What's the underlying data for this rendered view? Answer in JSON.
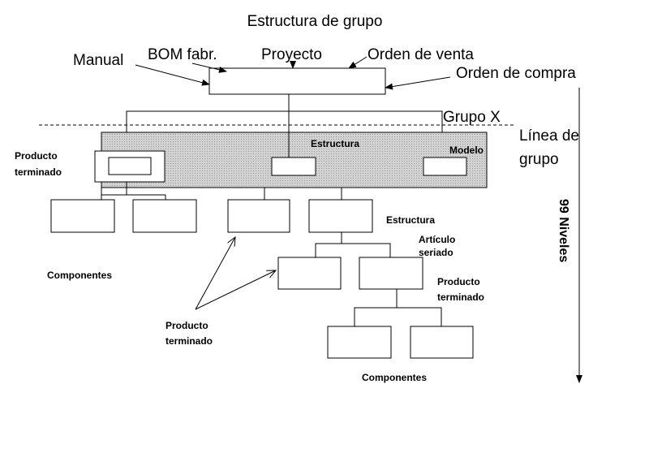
{
  "title": "Estructura de grupo",
  "sources": {
    "manual": "Manual",
    "bom": "BOM fabr.",
    "proyecto": "Proyecto",
    "orden_venta": "Orden de venta",
    "orden_compra": "Orden de compra"
  },
  "grupo_x": "Grupo X",
  "linea_de_grupo": [
    "Línea de",
    "grupo"
  ],
  "group_band": {
    "estructura": "Estructura",
    "modelo": "Modelo",
    "producto_terminado": [
      "Producto",
      "terminado"
    ]
  },
  "labels": {
    "estructura": "Estructura",
    "articulo_seriado": [
      "Artículo",
      "seriado"
    ],
    "producto_terminado_right": [
      "Producto",
      "terminado"
    ],
    "componentes_left": "Componentes",
    "producto_terminado_bottom": [
      "Producto",
      "terminado"
    ],
    "componentes_bottom": "Componentes"
  },
  "niveles": "99 Niveles",
  "colors": {
    "band_fill": "#c8c8c8",
    "line": "#000000"
  }
}
